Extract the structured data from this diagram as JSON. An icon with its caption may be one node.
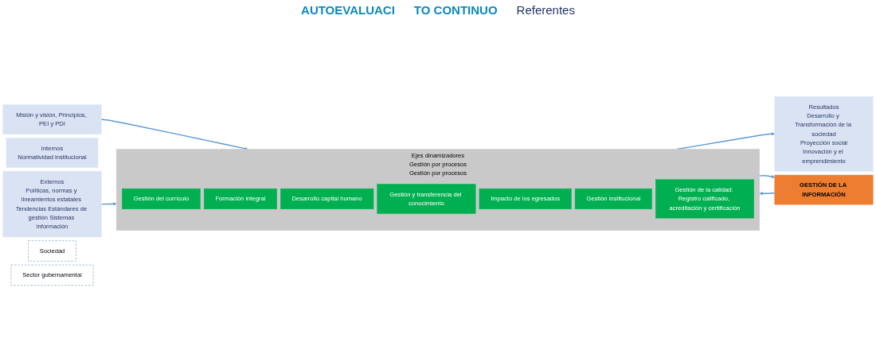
{
  "diagram": {
    "nodes": [
      {
        "text": [
          "Misión y visión, Principios, PEI y PDI"
        ]
      },
      {
        "text": [
          "Ejes dinamizadores",
          "Gestión por procesos",
          "Gestión por procesos"
        ]
      },
      {
        "text": [
          "Gestión del currículo"
        ],
        "in": 1
      },
      {
        "text": [
          "Formación integral"
        ],
        "in": 1
      },
      {
        "text": [
          "Desarrollo capital humano"
        ],
        "in": 1
      },
      {
        "text": [
          "Gestión y transferencia del conocimiento"
        ],
        "in": 1
      },
      {
        "text": [
          "Impacto de los egresados"
        ],
        "in": 1
      },
      {
        "text": [
          "Gestión institucional"
        ],
        "in": 1
      },
      {
        "text": [
          "Gestión de la calidad: Registro calificado, acreditación y certificación"
        ],
        "in": 1
      },
      {
        "text": [
          "Internos",
          "Normatividad institucional"
        ]
      },
      {
        "text": [
          "Externos",
          "Políticas, normas y lineamientos estatales Tendencias Estándares de gestión Sistemas información"
        ]
      },
      {
        "text": [
          "Resultados",
          "Desarrollo y Transformación de la sociedad",
          "Proyección social",
          "Innovación y el emprendimiento"
        ]
      },
      {
        "text": [
          "GESTIÓN DE LA INFORMACIÓN"
        ]
      },
      {
        "text": [
          "Sociedad"
        ]
      },
      {
        "text": [
          "Sector gubernamental"
        ]
      }
    ],
    "edges": [
      {
        "from": 0,
        "to": 1,
        "arrow": "to"
      },
      {
        "from": 10,
        "to": 1,
        "arrow": "to"
      },
      {
        "from": 1,
        "to": 11,
        "arrow": "to"
      },
      {
        "from": 1,
        "to": 12,
        "arrow": "to"
      },
      {
        "from": 12,
        "to": 1,
        "arrow": "to"
      }
    ],
    "labels": [
      "AUTOEVALUACI",
      "TO CONTINUO",
      "Referentes"
    ]
  }
}
